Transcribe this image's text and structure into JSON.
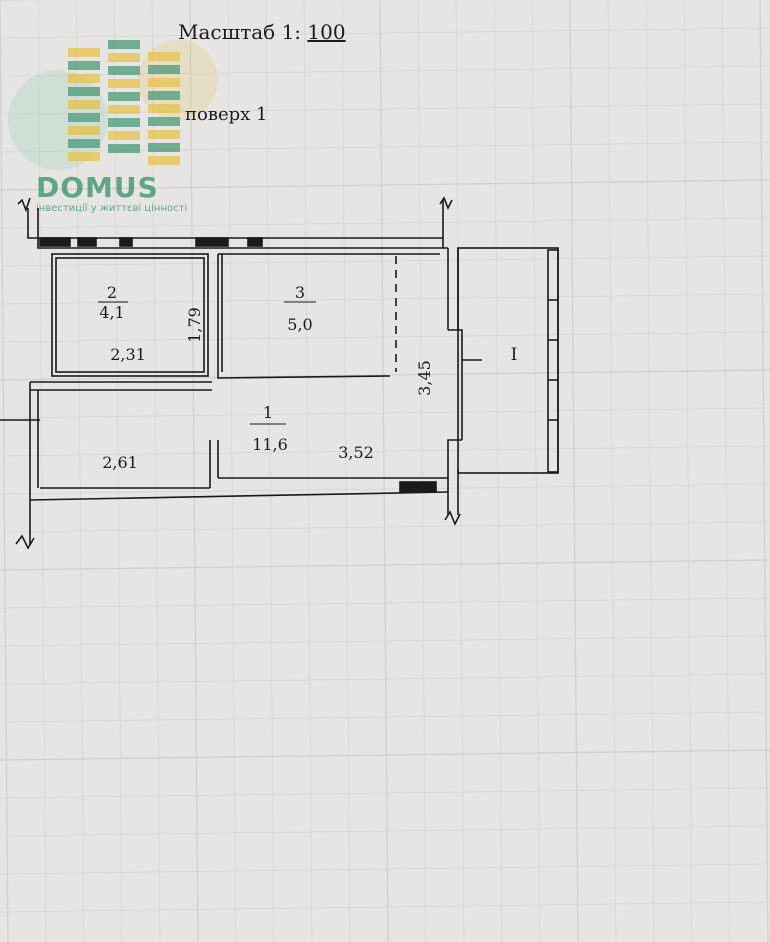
{
  "header": {
    "scale_label": "Масштаб 1:",
    "scale_value": "100",
    "floor_label": "поверх 1"
  },
  "logo": {
    "brand": "DOMUS",
    "tagline": "інвестиції у життєві цінності",
    "colors": {
      "green": "#4a9a78",
      "yellow": "#e6c24a",
      "mint": "#8fd0b0"
    }
  },
  "rooms": [
    {
      "id": "2",
      "area": "4,1"
    },
    {
      "id": "3",
      "area": "5,0"
    },
    {
      "id": "1",
      "area": "11,6"
    },
    {
      "id": "I"
    }
  ],
  "dimensions": [
    "2,31",
    "1,79",
    "3,45",
    "2,61",
    "3,52"
  ],
  "colors": {
    "paper": "#e6e5e3",
    "ink": "#1a1a1a",
    "grid": "#cfcfcc"
  }
}
